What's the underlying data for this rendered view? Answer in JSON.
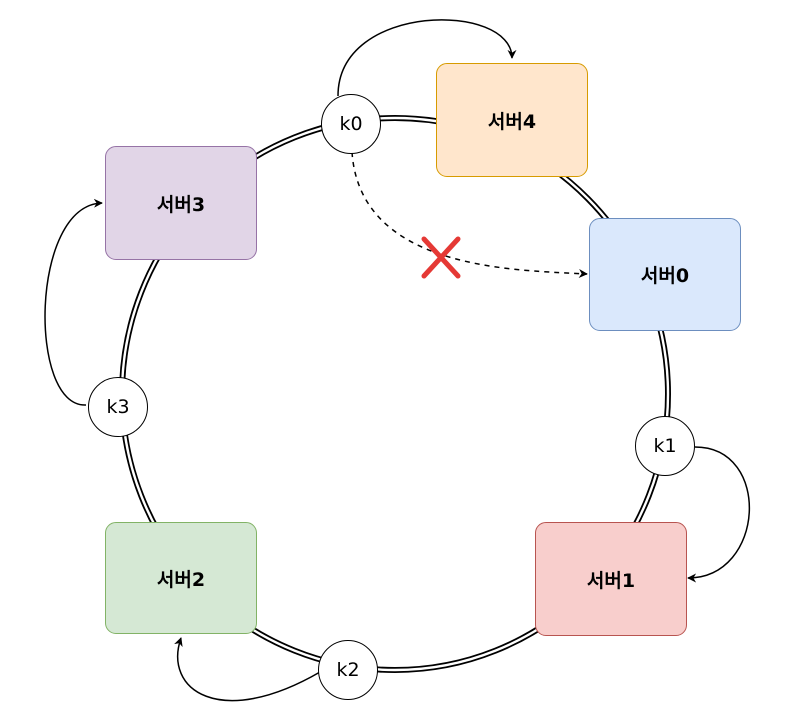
{
  "servers": [
    {
      "id": "server0",
      "label": "서버0",
      "fill": "#dae8fc",
      "stroke": "#6c8ebf"
    },
    {
      "id": "server1",
      "label": "서버1",
      "fill": "#f8cecc",
      "stroke": "#b85450"
    },
    {
      "id": "server2",
      "label": "서버2",
      "fill": "#d5e8d4",
      "stroke": "#82b366"
    },
    {
      "id": "server3",
      "label": "서버3",
      "fill": "#e1d5e7",
      "stroke": "#9673a6"
    },
    {
      "id": "server4",
      "label": "서버4",
      "fill": "#ffe6cc",
      "stroke": "#d79b00"
    }
  ],
  "keys": [
    {
      "id": "k0",
      "label": "k0"
    },
    {
      "id": "k1",
      "label": "k1"
    },
    {
      "id": "k2",
      "label": "k2"
    },
    {
      "id": "k3",
      "label": "k3"
    }
  ],
  "edges": [
    {
      "from": "k0",
      "to": "server4",
      "style": "solid"
    },
    {
      "from": "k0",
      "to": "server0",
      "style": "dashed",
      "blocked": true
    },
    {
      "from": "k1",
      "to": "server1",
      "style": "solid"
    },
    {
      "from": "k2",
      "to": "server2",
      "style": "solid"
    },
    {
      "from": "k3",
      "to": "server3",
      "style": "solid"
    }
  ],
  "colors": {
    "ring": "#000000",
    "cross": "#e53935"
  }
}
